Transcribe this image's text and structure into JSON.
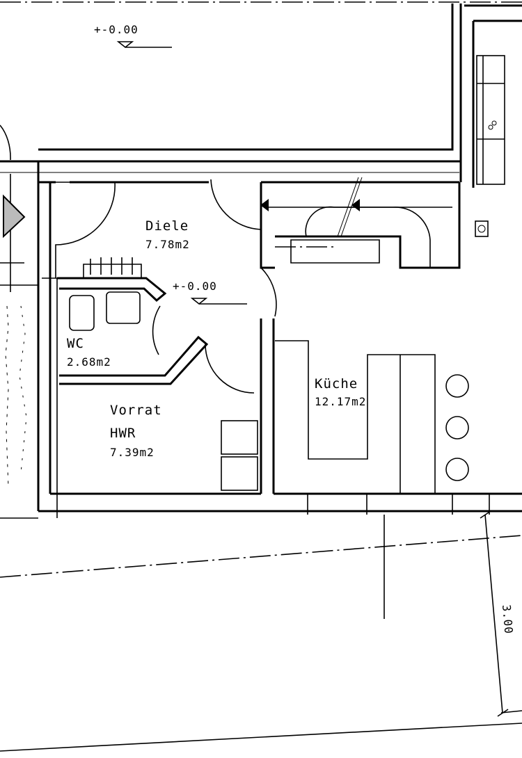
{
  "levels": {
    "top": "+-0.00",
    "diele": "+-0.00"
  },
  "rooms": {
    "diele": {
      "name": "Diele",
      "area": "7.78m2"
    },
    "wc": {
      "name": "WC",
      "area": "2.68m2"
    },
    "vorrat": {
      "name": "Vorrat",
      "name2": "HWR",
      "area": "7.39m2"
    },
    "kueche": {
      "name": "Küche",
      "area": "12.17m2"
    }
  },
  "dimension": "3.00"
}
